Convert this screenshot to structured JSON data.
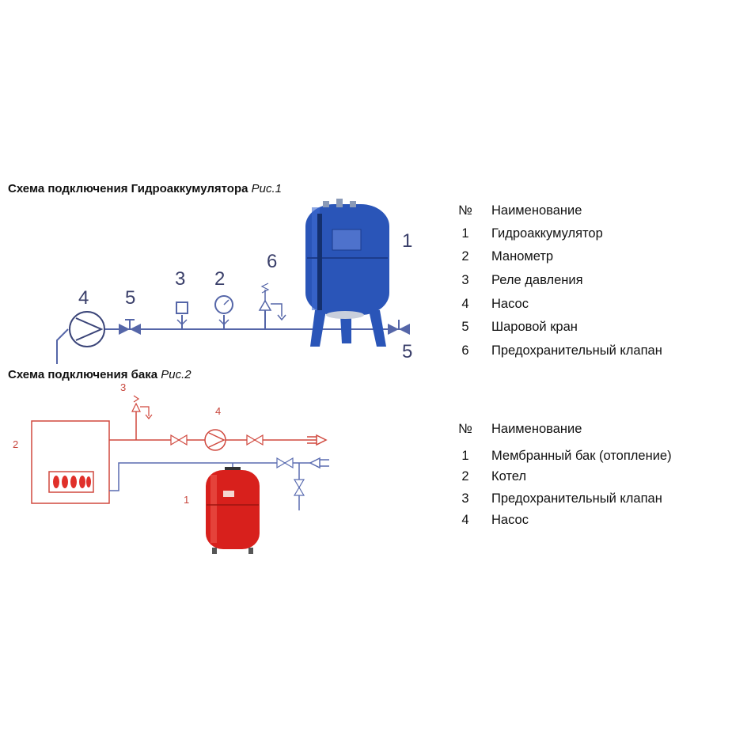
{
  "diagram1": {
    "title_bold": "Схема подключения Гидроаккумулятора",
    "title_italic": "Рис.1",
    "callouts": {
      "tank": "1",
      "gauge": "2",
      "relay": "3",
      "pump": "4",
      "valve_left": "5",
      "valve_right": "5",
      "safety": "6"
    },
    "legend_header": {
      "num": "№",
      "name": "Наименование"
    },
    "legend": [
      {
        "num": "1",
        "name": "Гидроаккумулятор"
      },
      {
        "num": "2",
        "name": "Манометр"
      },
      {
        "num": "3",
        "name": "Реле давления"
      },
      {
        "num": "4",
        "name": "Насос"
      },
      {
        "num": "5",
        "name": "Шаровой кран"
      },
      {
        "num": "6",
        "name": "Предохранительный клапан"
      }
    ],
    "colors": {
      "tank": "#2a55b8",
      "line": "#5566a8",
      "label": "#3a3f6a"
    }
  },
  "diagram2": {
    "title_bold": "Схема подключения бака",
    "title_italic": "Рис.2",
    "callouts": {
      "tank": "1",
      "boiler": "2",
      "safety": "3",
      "pump": "4"
    },
    "legend_header": {
      "num": "№",
      "name": "Наименование"
    },
    "legend": [
      {
        "num": "1",
        "name": "Мембранный бак (отопление)"
      },
      {
        "num": "2",
        "name": "Котел"
      },
      {
        "num": "3",
        "name": "Предохранительный клапан"
      },
      {
        "num": "4",
        "name": "Насос"
      }
    ],
    "colors": {
      "tank": "#d8201c",
      "line": "#d0483e",
      "return_line": "#5a6cb0"
    }
  }
}
